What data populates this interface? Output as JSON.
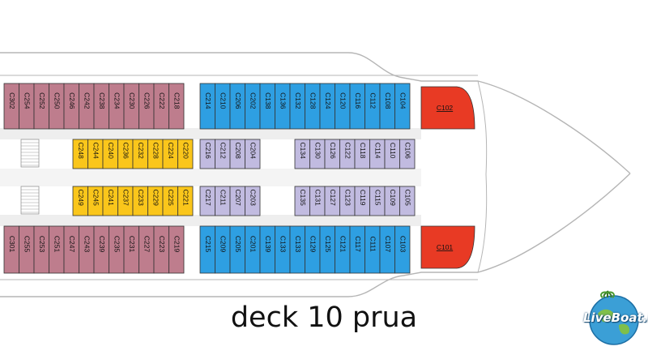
{
  "caption": "deck 10 prua",
  "logo": {
    "text": "LiveBoat.it"
  },
  "colors": {
    "pink": "#be7d8d",
    "blue": "#2e9fe2",
    "yellow": "#fac61b",
    "lavender": "#c1bbe0",
    "red": "#e83a24",
    "hull_fill": "#ffffff",
    "hull_line": "#b5b5b5",
    "corridor": "#eeeeee",
    "outline": "#333333"
  },
  "rows": {
    "outer_port": {
      "pink": [
        "C302",
        "C254",
        "C252",
        "C250",
        "C246",
        "C242",
        "C238",
        "C234",
        "C230",
        "C226",
        "C222",
        "C218"
      ],
      "blue": [
        "C214",
        "C210",
        "C206",
        "C202",
        "C138",
        "C136",
        "C132",
        "C128",
        "C124",
        "C120",
        "C116",
        "C112",
        "C108",
        "C104"
      ],
      "red": "C102"
    },
    "outer_starboard": {
      "pink": [
        "C301",
        "C255",
        "C253",
        "C251",
        "C247",
        "C243",
        "C239",
        "C235",
        "C231",
        "C227",
        "C223",
        "C219"
      ],
      "blue": [
        "C215",
        "C209",
        "C205",
        "C201",
        "C139",
        "C133",
        "C133",
        "C129",
        "C125",
        "C121",
        "C117",
        "C111",
        "C107",
        "C103"
      ],
      "red": "C101"
    },
    "inner_upper_left": {
      "yellow": [
        "C248",
        "C244",
        "C240",
        "C236",
        "C232",
        "C228",
        "C224",
        "C220"
      ],
      "lavender": [
        "C216",
        "C212",
        "C208",
        "C204"
      ]
    },
    "inner_upper_right": {
      "lavender": [
        "C134",
        "C130",
        "C126",
        "C122",
        "C118",
        "C114",
        "C110",
        "C106"
      ]
    },
    "inner_lower_left": {
      "yellow": [
        "C249",
        "C245",
        "C241",
        "C237",
        "C233",
        "C229",
        "C225",
        "C221"
      ],
      "lavender": [
        "C217",
        "C211",
        "C207",
        "C203"
      ]
    },
    "inner_lower_right": {
      "lavender": [
        "C135",
        "C131",
        "C127",
        "C123",
        "C119",
        "C115",
        "C109",
        "C105"
      ]
    }
  }
}
